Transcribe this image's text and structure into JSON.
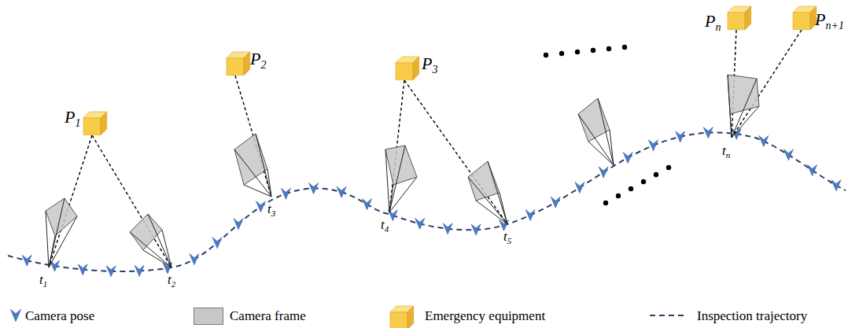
{
  "diagram": {
    "labels": [
      "P1",
      "P2",
      "P3",
      "Pn",
      "Pn+1",
      "t1",
      "t2",
      "t3",
      "t4",
      "t5",
      "tn"
    ],
    "legend": [
      {
        "text": "Camera pose"
      },
      {
        "text": "Camera frame",
        "color": "#c8c8c8"
      },
      {
        "text": "Emergency equipment"
      },
      {
        "text": "Inspection trajectory"
      }
    ]
  }
}
